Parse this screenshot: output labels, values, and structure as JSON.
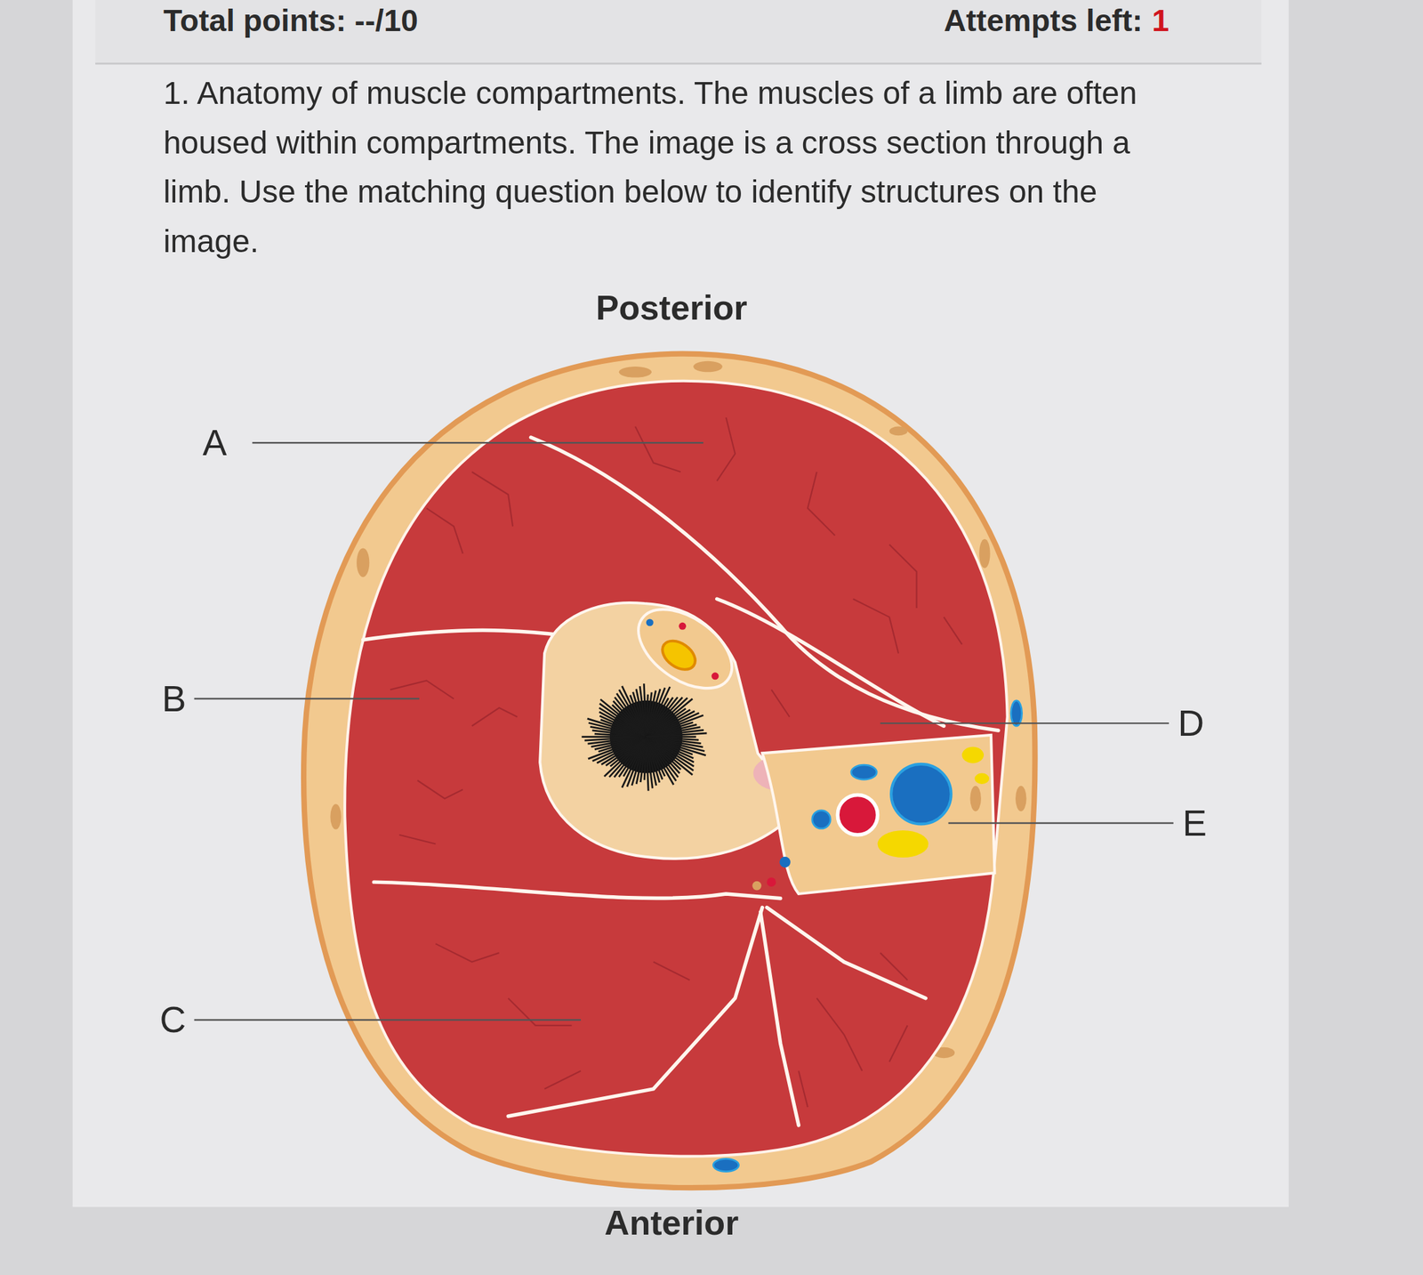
{
  "diagram": {
    "labels": [
      "Total points: --/10",
      "Attempts left:",
      "1",
      "1. Anatomy of muscle compartments. The muscles of a limb are often housed within compartments. The image is a cross section through a limb. Use the matching question below to identify structures on the image.",
      "Posterior",
      "A",
      "B",
      "C",
      "D",
      "E",
      "Anterior"
    ]
  }
}
